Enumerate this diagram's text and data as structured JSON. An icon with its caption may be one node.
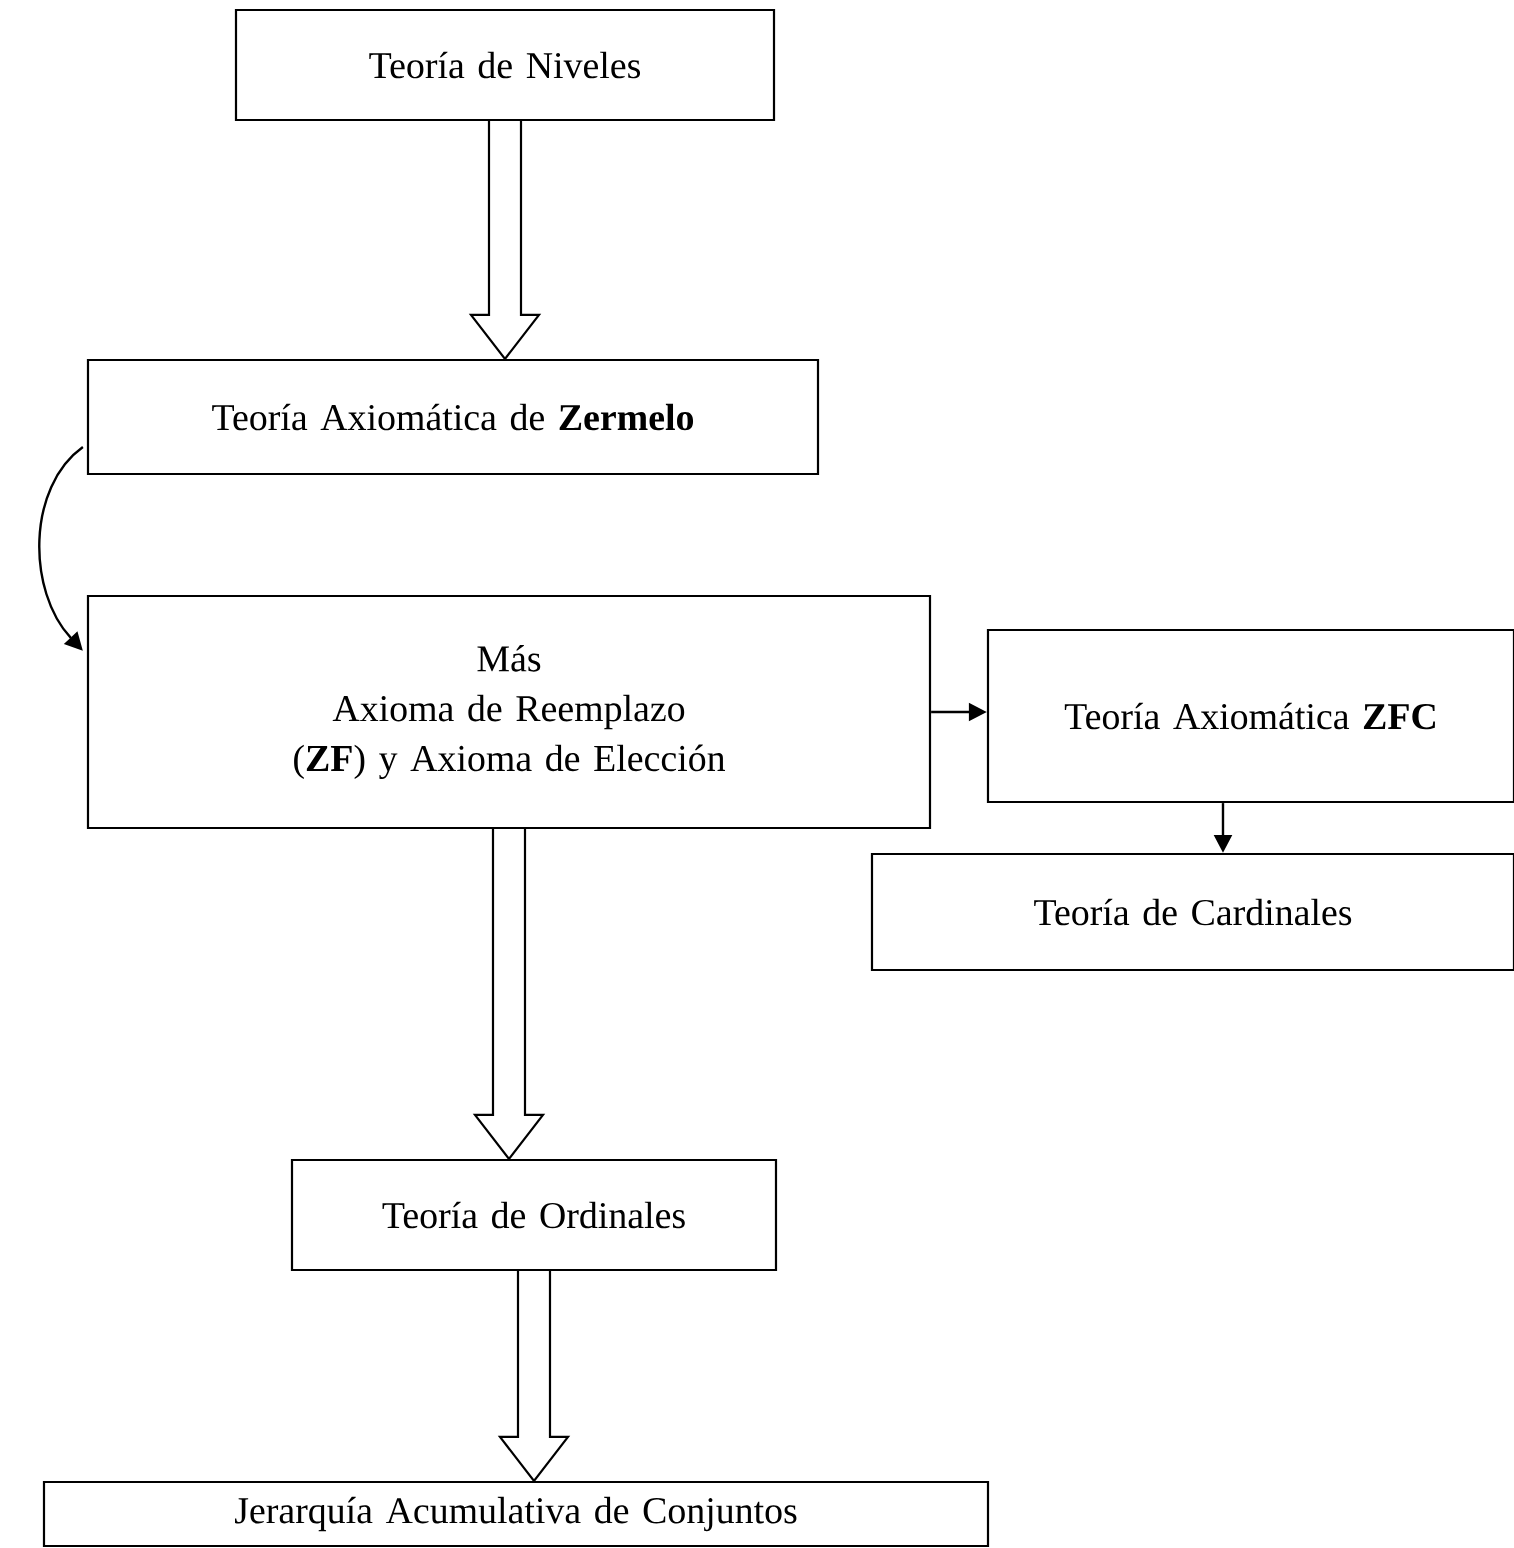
{
  "diagram": {
    "nodes": [
      {
        "text": [
          "Teoría de Niveles"
        ]
      },
      {
        "text": [
          "Teoría Axiomática de **Zermelo**"
        ]
      },
      {
        "text": [
          "Más",
          "Axioma de Reemplazo (**ZF**) y Axioma de Elección"
        ]
      },
      {
        "text": [
          "Teoría Axiomática **ZFC**"
        ]
      },
      {
        "text": [
          "Teoría de Cardinales"
        ]
      },
      {
        "text": [
          "Teoría de Ordinales"
        ]
      },
      {
        "text": [
          "Jerarquía Acumulativa de Conjuntos"
        ]
      }
    ],
    "edges": [
      {
        "from": 0,
        "to": 1,
        "arrow": "to",
        "style": "thick"
      },
      {
        "from": 1,
        "to": 2,
        "arrow": "to"
      },
      {
        "from": 2,
        "to": 3,
        "arrow": "to"
      },
      {
        "from": 3,
        "to": 4,
        "arrow": "to"
      },
      {
        "from": 2,
        "to": 5,
        "arrow": "to",
        "style": "thick"
      },
      {
        "from": 5,
        "to": 6,
        "arrow": "to",
        "style": "thick"
      }
    ]
  }
}
